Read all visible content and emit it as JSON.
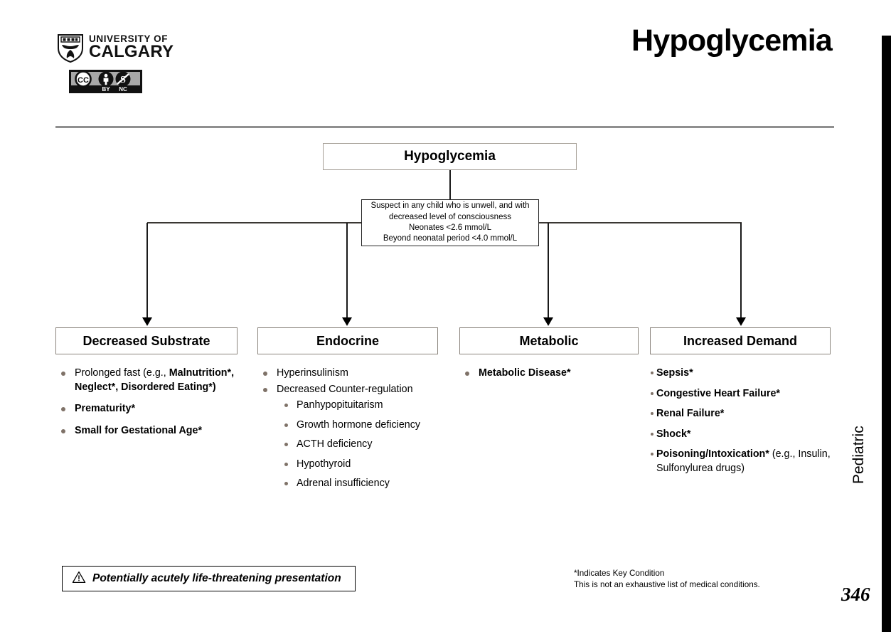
{
  "header": {
    "logo_line1": "UNIVERSITY OF",
    "logo_line2": "CALGARY",
    "logo_icon": "university-of-calgary-shield",
    "license_badge": "creative-commons-by-nc",
    "license_cc": "CC",
    "license_by": "BY",
    "license_nc": "NC",
    "title": "Hypoglycemia"
  },
  "flow": {
    "root": "Hypoglycemia",
    "suspect_lines": [
      "Suspect in any child who is unwell, and with",
      "decreased level of consciousness",
      "Neonates <2.6 mmol/L",
      "Beyond neonatal period <4.0 mmol/L"
    ]
  },
  "columns": [
    {
      "heading": "Decreased Substrate",
      "items": [
        {
          "normal": "Prolonged fast (e.g., ",
          "bold": "Malnutrition*, Neglect*, Disordered Eating*)"
        },
        {
          "normal": "",
          "bold": "Prematurity*"
        },
        {
          "normal": "",
          "bold": "Small for Gestational Age*"
        }
      ]
    },
    {
      "heading": "Endocrine",
      "items": [
        {
          "normal": "Hyperinsulinism",
          "bold": ""
        },
        {
          "normal": "Decreased Counter-regulation",
          "bold": ""
        }
      ],
      "subitems": [
        "Panhypopituitarism",
        "Growth hormone deficiency",
        "ACTH deficiency",
        "Hypothyroid",
        "Adrenal insufficiency"
      ]
    },
    {
      "heading": "Metabolic",
      "items": [
        {
          "normal": "",
          "bold": "Metabolic Disease*"
        }
      ]
    },
    {
      "heading": "Increased Demand",
      "items": [
        {
          "bold": "Sepsis*",
          "normal": ""
        },
        {
          "bold": "Congestive Heart Failure*",
          "normal": ""
        },
        {
          "bold": "Renal Failure*",
          "normal": ""
        },
        {
          "bold": "Shock*",
          "normal": ""
        },
        {
          "bold": "Poisoning/Intoxication*",
          "normal": " (e.g., Insulin, Sulfonylurea drugs)"
        }
      ]
    }
  ],
  "footer": {
    "warning_icon": "warning-triangle-icon",
    "warning_text": "Potentially acutely life-threatening presentation",
    "note_line1": "*Indicates Key Condition",
    "note_line2": "This is not an exhaustive list of medical conditions.",
    "side_label": "Pediatric",
    "page_number": "346"
  },
  "colors": {
    "rule": "#8f8f8f",
    "bullet": "#7f7268",
    "connector": "#1a1a1a",
    "edge_bar": "#000000"
  }
}
